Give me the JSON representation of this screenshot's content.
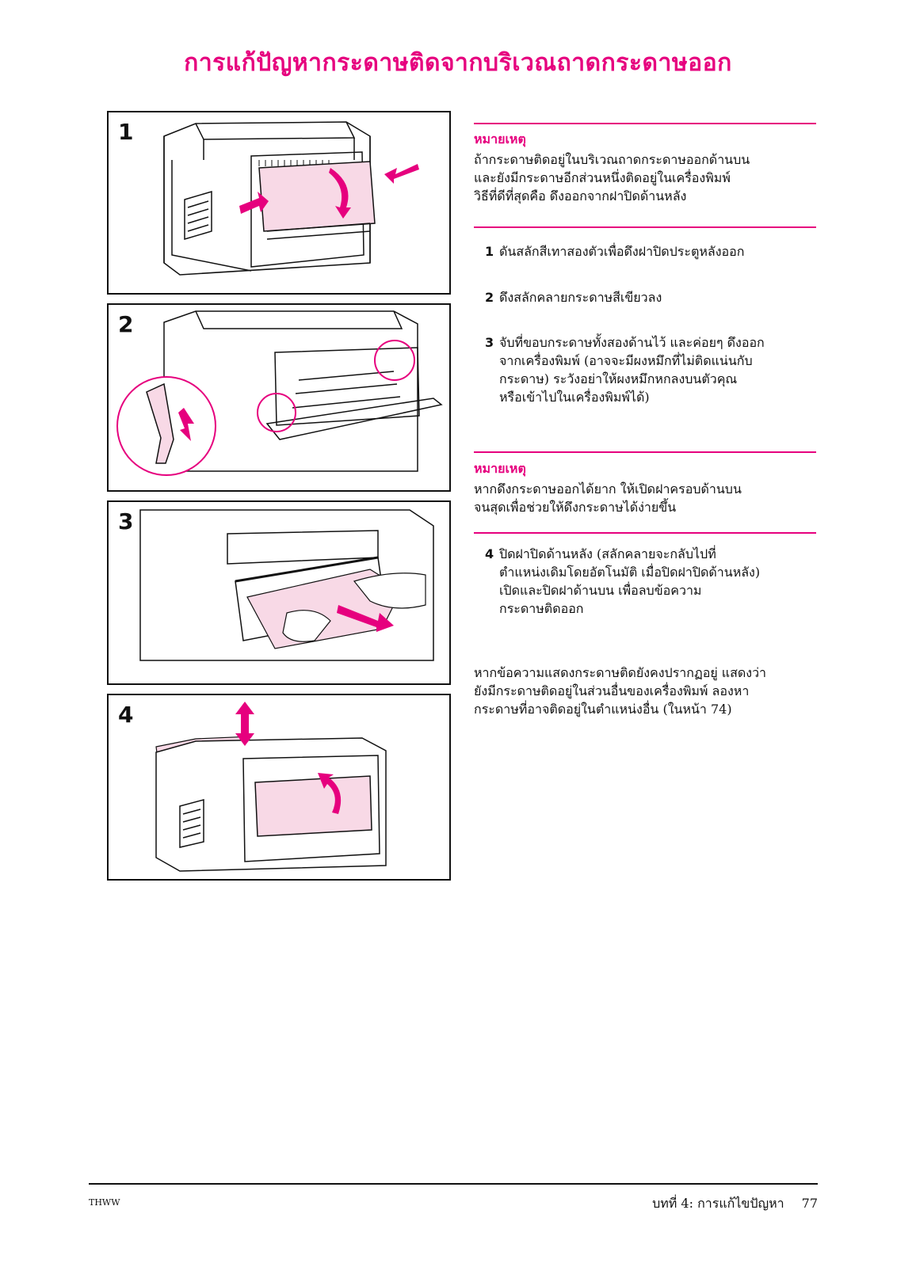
{
  "title": "การแก้ปัญหากระดาษติดจากบริเวณถาดกระดาษออก",
  "panels": [
    {
      "number": "1"
    },
    {
      "number": "2"
    },
    {
      "number": "3"
    },
    {
      "number": "4"
    }
  ],
  "note1": {
    "label": "หมายเหตุ",
    "lines": [
      "ถ้ากระดาษติดอยู่ในบริเวณถาดกระดาษออกด้านบน",
      "และยังมีกระดาษอีกส่วนหนึ่งติดอยู่ในเครื่องพิมพ์",
      "วิธีที่ดีที่สุดคือ ดึงออกจากฝาปิดด้านหลัง"
    ]
  },
  "steps": [
    {
      "number": "1",
      "lines": [
        "ดันสลักสีเทาสองตัวเพื่อดึงฝาปิดประตูหลังออก"
      ]
    },
    {
      "number": "2",
      "lines": [
        "ดึงสลักคลายกระดาษสีเขียวลง"
      ]
    },
    {
      "number": "3",
      "lines": [
        "จับที่ขอบกระดาษทั้งสองด้านไว้ และค่อยๆ ดึงออก",
        "จากเครื่องพิมพ์ (อาจจะมีผงหมึกที่ไม่ติดแน่นกับ",
        "กระดาษ) ระวังอย่าให้ผงหมึกหกลงบนตัวคุณ",
        "หรือเข้าไปในเครื่องพิมพ์ได้)"
      ]
    },
    {
      "number": "4",
      "lines": [
        "ปิดฝาปิดด้านหลัง (สลักคลายจะกลับไปที่",
        "ตำแหน่งเดิมโดยอัตโนมัติ เมื่อปิดฝาปิดด้านหลัง)",
        "เปิดและปิดฝาด้านบน เพื่อลบข้อความ",
        "กระดาษติดออก"
      ]
    }
  ],
  "note2": {
    "label": "หมายเหตุ",
    "lines": [
      "หากดึงกระดาษออกได้ยาก ให้เปิดฝาครอบด้านบน",
      "จนสุดเพื่อช่วยให้ดึงกระดาษได้ง่ายขึ้น"
    ]
  },
  "paragraph": {
    "lines": [
      "หากข้อความแสดงกระดาษติดยังคงปรากฏอยู่ แสดงว่า",
      "ยังมีกระดาษติดอยู่ในส่วนอื่นของเครื่องพิมพ์ ลองหา",
      "กระดาษที่อาจติดอยู่ในตำแหน่งอื่น (ในหน้า 74)"
    ]
  },
  "footer": {
    "left": "THWW",
    "chapter": "บทที่ 4:  การแก้ไขปัญหา",
    "page": "77"
  },
  "colors": {
    "accent": "#e6007e",
    "pink_fill": "#f8d9e6"
  }
}
